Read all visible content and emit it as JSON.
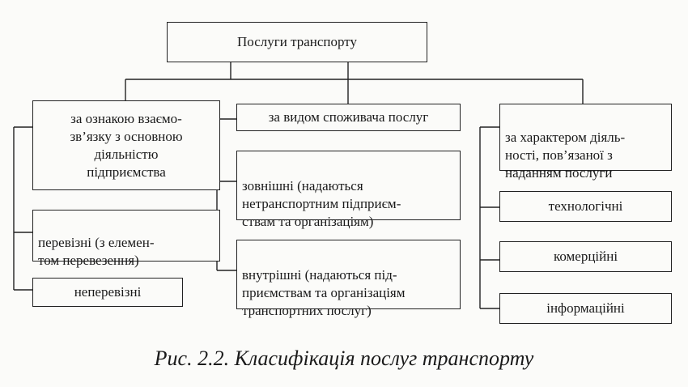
{
  "diagram": {
    "root": "Послуги транспорту",
    "groups": [
      {
        "title": "за ознакою взаємо-\nзв’язку з основною\nдіяльністю\nпідприємства",
        "items": [
          "перевізні (з елемен-\nтом перевезення)",
          "неперевізні"
        ]
      },
      {
        "title": "за видом споживача послуг",
        "items": [
          "зовнішні (надаються\nнетранспортним підприєм-\nствам та організаціям)",
          "внутрішні (надаються під-\nприємствам та організаціям\nтранспортних послуг)"
        ]
      },
      {
        "title": "за характером діяль-\nності, пов’язаної з\nнаданням послуги",
        "items": [
          "технологічні",
          "комерційні",
          "інформаційні"
        ]
      }
    ]
  },
  "caption": "Рис. 2.2. Класифікація послуг транспорту"
}
